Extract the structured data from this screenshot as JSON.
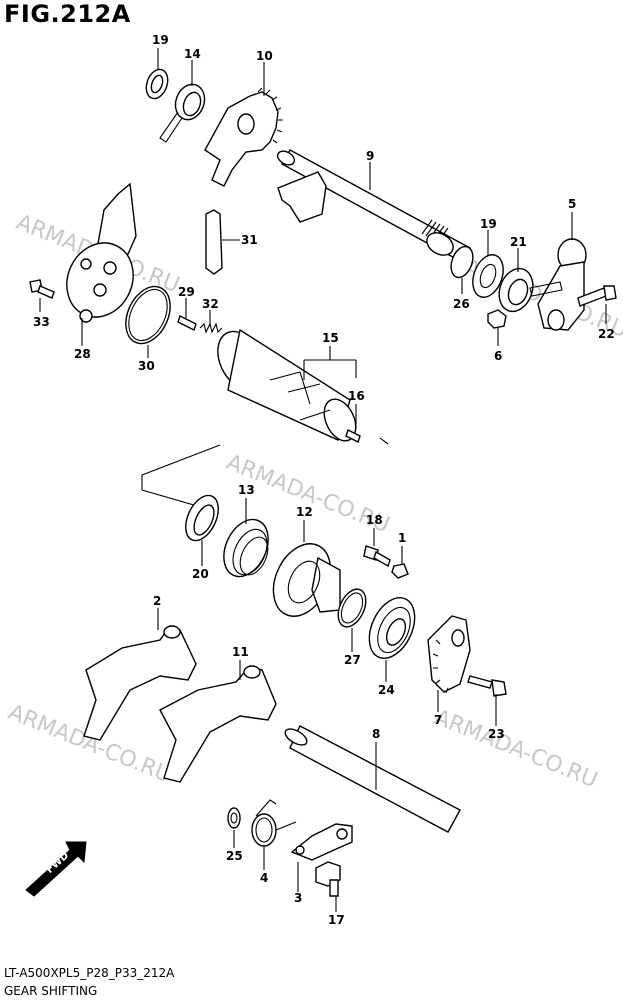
{
  "figure_title": "FIG.212A",
  "watermarks": [
    "ARMADA-CO.RU",
    "ARMADA-CO.RU",
    "ARMADA-CO.RU",
    "ARMADA-CO.RU",
    "ARMADA-CO.RU"
  ],
  "callouts": [
    "19",
    "14",
    "10",
    "9",
    "5",
    "19",
    "21",
    "31",
    "26",
    "33",
    "29",
    "32",
    "22",
    "6",
    "28",
    "30",
    "15",
    "16",
    "13",
    "12",
    "18",
    "1",
    "20",
    "2",
    "27",
    "11",
    "24",
    "7",
    "23",
    "8",
    "25",
    "4",
    "3",
    "17"
  ],
  "fwd_label": "FWD",
  "caption_code": "LT-A500XPL5_P28_P33_212A",
  "caption_title": "GEAR SHIFTING",
  "colors": {
    "watermark": "#c8c8c8",
    "ink": "#000000"
  }
}
